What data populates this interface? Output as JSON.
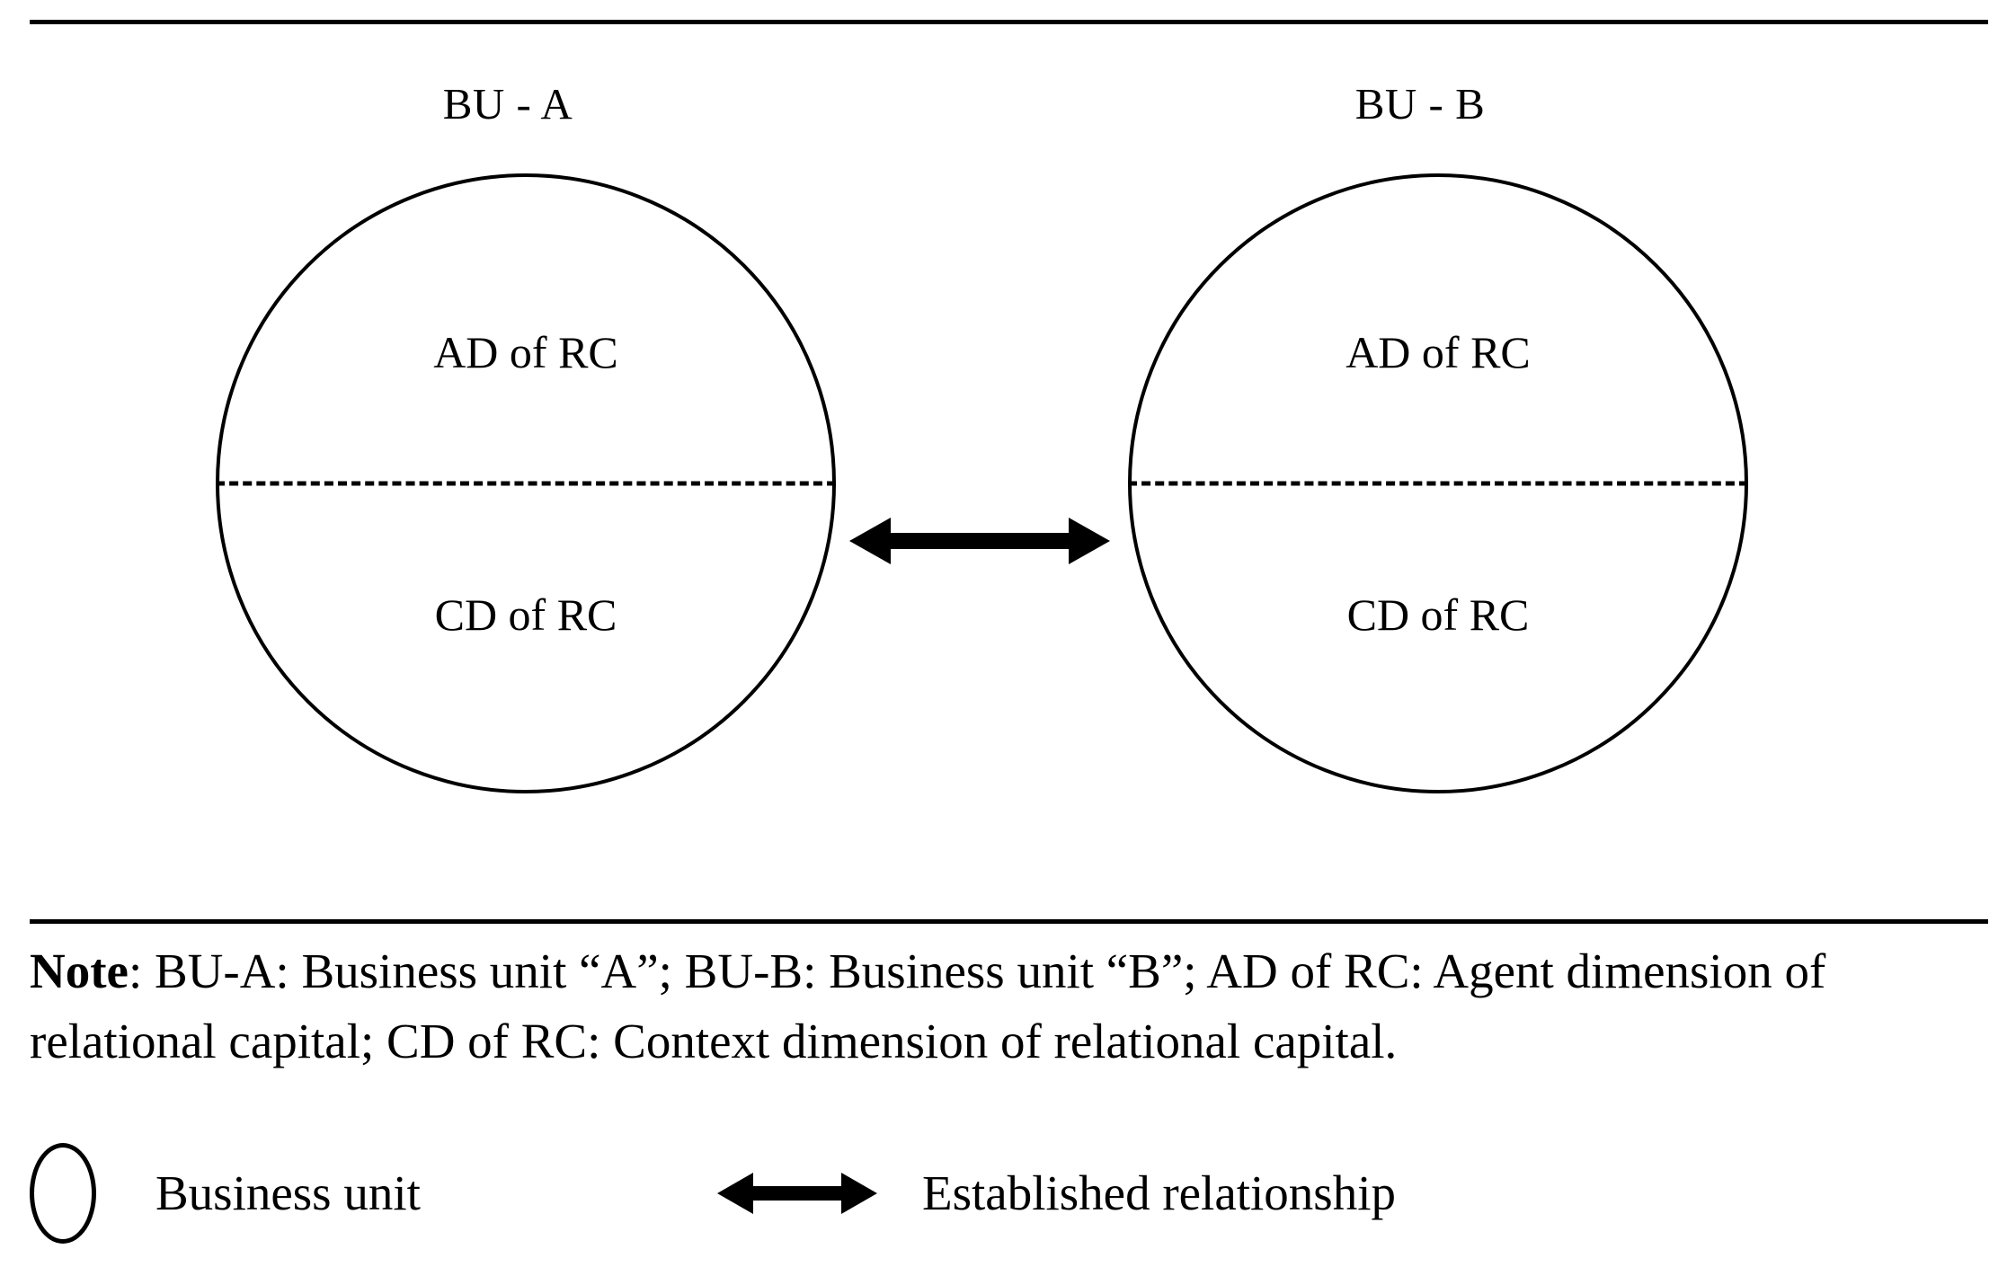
{
  "figure": {
    "units": [
      {
        "id": "bu-a",
        "label": "BU - A",
        "upper_half": "AD of RC",
        "lower_half": "CD of RC"
      },
      {
        "id": "bu-b",
        "label": "BU - B",
        "upper_half": "AD of RC",
        "lower_half": "CD of RC"
      }
    ],
    "relationship_arrow": {
      "icon": "double-headed-arrow-icon",
      "direction": "bidirectional"
    },
    "divider_style": "dashed",
    "shape_color": "#000000",
    "background_color": "#ffffff"
  },
  "note": {
    "label": "Note",
    "separator": ": ",
    "body": "BU-A: Business unit “A”; BU-B: Business unit “B”; AD of RC: Agent dimension of relational capital; CD of RC: Context dimension of relational capital."
  },
  "legend": {
    "items": [
      {
        "icon": "circle-icon",
        "label": "Business unit"
      },
      {
        "icon": "double-headed-arrow-icon",
        "label": "Established relationship"
      }
    ]
  }
}
